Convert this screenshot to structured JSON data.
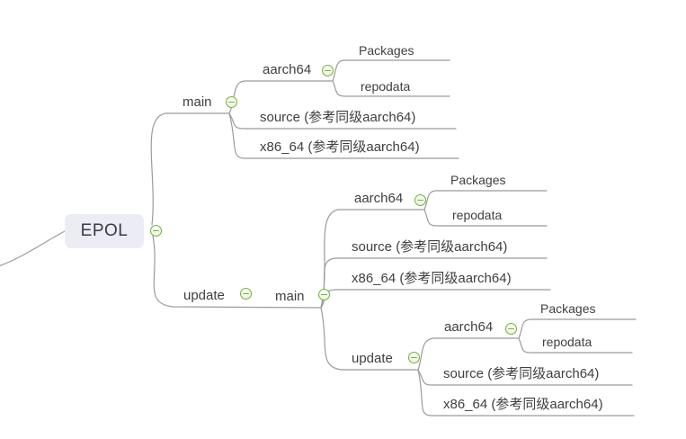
{
  "colors": {
    "line": "#9b9b9b",
    "text": "#3f3f3f",
    "root_fill": "#ececf4",
    "button_border": "#74b33e",
    "button_fill": "#f1f9e6",
    "canvas": "#ffffff"
  },
  "icons": {
    "collapse_button": "minus-in-green-circle"
  },
  "mindmap": {
    "root": {
      "label": "EPOL"
    },
    "main": {
      "label": "main",
      "aarch64": {
        "label": "aarch64",
        "packages": {
          "label": "Packages"
        },
        "repodata": {
          "label": "repodata"
        }
      },
      "source": {
        "label": "source (参考同级aarch64)"
      },
      "x86_64": {
        "label": "x86_64 (参考同级aarch64)"
      }
    },
    "update": {
      "label": "update",
      "main": {
        "label": "main",
        "aarch64": {
          "label": "aarch64",
          "packages": {
            "label": "Packages"
          },
          "repodata": {
            "label": "repodata"
          }
        },
        "source": {
          "label": "source (参考同级aarch64)"
        },
        "x86_64": {
          "label": "x86_64 (参考同级aarch64)"
        },
        "update": {
          "label": "update",
          "aarch64": {
            "label": "aarch64",
            "packages": {
              "label": "Packages"
            },
            "repodata": {
              "label": "repodata"
            }
          },
          "source": {
            "label": "source (参考同级aarch64)"
          },
          "x86_64": {
            "label": "x86_64 (参考同级aarch64)"
          }
        }
      }
    }
  }
}
